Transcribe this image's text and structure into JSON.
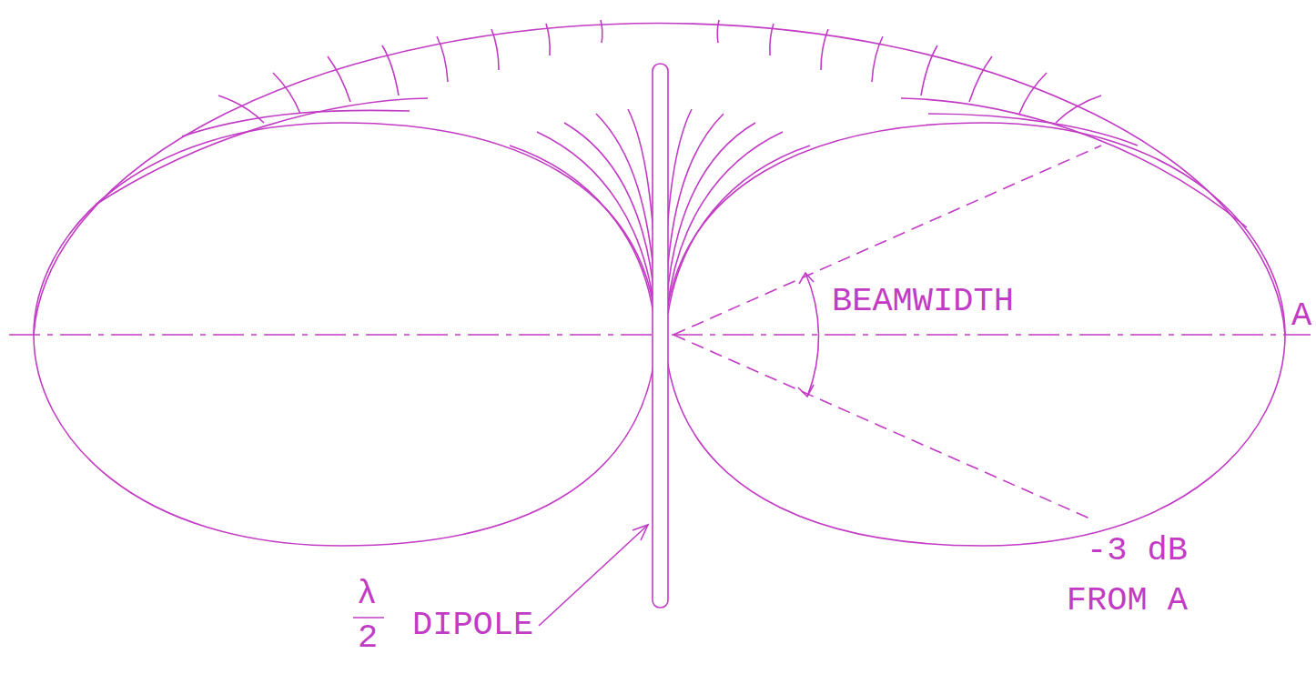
{
  "diagram": {
    "labels": [
      "BEAMWIDTH",
      "A",
      "-3 dB FROM A",
      "λ",
      "2",
      "DIPOLE"
    ]
  }
}
